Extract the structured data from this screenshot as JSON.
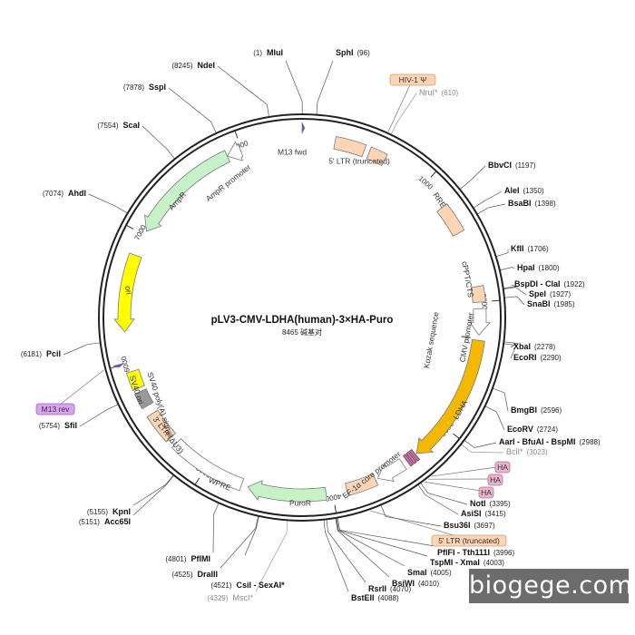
{
  "plasmid": {
    "name": "pLV3-CMV-LDHA(human)-3×HA-Puro",
    "size_text": "8465 碱基对",
    "total_bp": 8465
  },
  "watermark": "biogege.com",
  "ticks": [
    {
      "bp": 1000,
      "label": "1000"
    },
    {
      "bp": 2000,
      "label": "2000"
    },
    {
      "bp": 3000,
      "label": "3000"
    },
    {
      "bp": 4000,
      "label": "4000"
    },
    {
      "bp": 5000,
      "label": "5000"
    },
    {
      "bp": 6000,
      "label": "6000"
    },
    {
      "bp": 7000,
      "label": "7000"
    },
    {
      "bp": 8000,
      "label": "8000"
    }
  ],
  "features": [
    {
      "id": "m13fwd",
      "label": "M13 fwd",
      "start": 0,
      "end": 18,
      "kind": "arrow-small",
      "color": "#7b3fc4",
      "dir": 1
    },
    {
      "id": "ltr5",
      "label": "5' LTR (truncated)",
      "start": 250,
      "end": 480,
      "kind": "box",
      "color": "#fbd5b5"
    },
    {
      "id": "psi",
      "label": "HIV-1 Ψ",
      "start": 520,
      "end": 650,
      "kind": "box",
      "color": "#fbd5b5"
    },
    {
      "id": "rre",
      "label": "RRE",
      "start": 1220,
      "end": 1450,
      "kind": "box",
      "color": "#fbd5b5"
    },
    {
      "id": "cppt",
      "label": "cPPT/CTS",
      "start": 1880,
      "end": 2000,
      "kind": "box",
      "color": "#fbd5b5"
    },
    {
      "id": "cmv",
      "label": "CMV promoter",
      "start": 2050,
      "end": 2250,
      "kind": "arrow",
      "color": "#ffffff",
      "dir": 1
    },
    {
      "id": "kozak",
      "label": "Kozak sequence",
      "start": 2270,
      "end": 2283,
      "kind": "mark",
      "color": "#999999"
    },
    {
      "id": "ldha",
      "label": "LDHA",
      "start": 2290,
      "end": 3290,
      "kind": "arrow",
      "color": "#f5b800",
      "dir": 1
    },
    {
      "id": "ha",
      "label": "HA",
      "start": 3300,
      "end": 3390,
      "kind": "ha",
      "color": "#c0709e"
    },
    {
      "id": "ef1a",
      "label": "EF-1α core promoter",
      "start": 3420,
      "end": 3640,
      "kind": "arrow",
      "color": "#ffffff",
      "dir": 1
    },
    {
      "id": "ltr5b",
      "label": "5' LTR (truncated)",
      "start": 3660,
      "end": 3890,
      "kind": "box",
      "color": "#fbd5b5"
    },
    {
      "id": "puror",
      "label": "PuroR",
      "start": 4050,
      "end": 4650,
      "kind": "arrow",
      "color": "#c7f2c7",
      "dir": 1
    },
    {
      "id": "wpre",
      "label": "WPRE",
      "start": 4700,
      "end": 5290,
      "kind": "box",
      "color": "#ffffff"
    },
    {
      "id": "ltr3",
      "label": "3' LTR (ΔU3)",
      "start": 5350,
      "end": 5580,
      "kind": "box",
      "color": "#fbd5b5"
    },
    {
      "id": "sv40pa",
      "label": "SV40 poly(A) signal",
      "start": 5650,
      "end": 5770,
      "kind": "box",
      "color": "#999999"
    },
    {
      "id": "sv40ori",
      "label": "SV40 ori",
      "start": 5800,
      "end": 5935,
      "kind": "box",
      "color": "#ffff00"
    },
    {
      "id": "m13rev",
      "label": "M13 rev",
      "start": 5990,
      "end": 6010,
      "kind": "arrow-small",
      "color": "#7b3fc4",
      "dir": -1
    },
    {
      "id": "ori",
      "label": "ori",
      "start": 6240,
      "end": 6830,
      "kind": "arrow",
      "color": "#ffff00",
      "dir": -1
    },
    {
      "id": "ampr",
      "label": "AmpR",
      "start": 7030,
      "end": 7880,
      "kind": "arrow",
      "color": "#c7f2c7",
      "dir": -1
    },
    {
      "id": "amprp",
      "label": "AmpR promoter",
      "start": 7880,
      "end": 7990,
      "kind": "arrow",
      "color": "#ffffff",
      "dir": -1
    }
  ],
  "inner_labels": [
    {
      "for": "m13fwd",
      "text": "M13 fwd"
    },
    {
      "for": "ltr5",
      "text": "5' LTR (truncated)"
    },
    {
      "for": "cppt",
      "text": "cPPT/CTS"
    },
    {
      "for": "kozak",
      "text": "Kozak sequence"
    },
    {
      "for": "cmv",
      "text": "CMV promoter"
    },
    {
      "for": "ldha",
      "text": "LDHA"
    },
    {
      "for": "ef1a",
      "text": "EF-1α core promoter"
    },
    {
      "for": "puror",
      "text": "PuroR"
    },
    {
      "for": "wpre",
      "text": "WPRE"
    },
    {
      "for": "ltr3",
      "text": "3' LTR (ΔU3)"
    },
    {
      "for": "sv40pa",
      "text": "SV40 poly(A) signal"
    },
    {
      "for": "sv40ori",
      "text": "SV40 ori"
    },
    {
      "for": "ori",
      "text": "ori"
    },
    {
      "for": "ampr",
      "text": "AmpR"
    },
    {
      "for": "amprp",
      "text": "AmpR promoter"
    },
    {
      "for": "rre",
      "text": "RRE"
    }
  ],
  "callouts": [
    {
      "text": "HIV-1 Ψ",
      "color": "#fbd5b5",
      "border": "#d89a6a"
    },
    {
      "text": "HA",
      "color": "#e8b4cf",
      "border": "#b0708f"
    },
    {
      "text": "HA",
      "color": "#e8b4cf",
      "border": "#b0708f"
    },
    {
      "text": "HA",
      "color": "#e8b4cf",
      "border": "#b0708f"
    },
    {
      "text": "5' LTR (truncated)",
      "color": "#fbd5b5",
      "border": "#d89a6a"
    },
    {
      "text": "M13 rev",
      "color": "#d9a3f0",
      "border": "#9a5fc0"
    }
  ],
  "sites": [
    {
      "name": "MluI",
      "pos": "(1)",
      "bp": 1,
      "gray": false
    },
    {
      "name": "SphI",
      "pos": "(96)",
      "bp": 96,
      "gray": false
    },
    {
      "name": "NruI*",
      "pos": "(610)",
      "bp": 610,
      "gray": true
    },
    {
      "name": "BbvCI",
      "pos": "(1197)",
      "bp": 1197,
      "gray": false
    },
    {
      "name": "AleI",
      "pos": "(1350)",
      "bp": 1350,
      "gray": false
    },
    {
      "name": "BsaBI",
      "pos": "(1398)",
      "bp": 1398,
      "gray": false
    },
    {
      "name": "KflI",
      "pos": "(1706)",
      "bp": 1706,
      "gray": false
    },
    {
      "name": "HpaI",
      "pos": "(1800)",
      "bp": 1800,
      "gray": false
    },
    {
      "name": "BspDI - ClaI",
      "pos": "(1922)",
      "bp": 1922,
      "gray": false
    },
    {
      "name": "SpeI",
      "pos": "(1927)",
      "bp": 1927,
      "gray": false
    },
    {
      "name": "SnaBI",
      "pos": "(1985)",
      "bp": 1985,
      "gray": false
    },
    {
      "name": "XbaI",
      "pos": "(2278)",
      "bp": 2278,
      "gray": false
    },
    {
      "name": "EcoRI",
      "pos": "(2290)",
      "bp": 2290,
      "gray": false
    },
    {
      "name": "BmgBI",
      "pos": "(2596)",
      "bp": 2596,
      "gray": false
    },
    {
      "name": "EcoRV",
      "pos": "(2724)",
      "bp": 2724,
      "gray": false
    },
    {
      "name": "AarI - BfuAI - BspMI",
      "pos": "(2988)",
      "bp": 2988,
      "gray": false
    },
    {
      "name": "BclI*",
      "pos": "(3023)",
      "bp": 3023,
      "gray": true
    },
    {
      "name": "NotI",
      "pos": "(3395)",
      "bp": 3395,
      "gray": false
    },
    {
      "name": "AsiSI",
      "pos": "(3415)",
      "bp": 3415,
      "gray": false
    },
    {
      "name": "Bsu36I",
      "pos": "(3697)",
      "bp": 3697,
      "gray": false
    },
    {
      "name": "PflFI - Tth111I",
      "pos": "(3996)",
      "bp": 3996,
      "gray": false
    },
    {
      "name": "TspMI - XmaI",
      "pos": "(4003)",
      "bp": 4003,
      "gray": false
    },
    {
      "name": "SmaI",
      "pos": "(4005)",
      "bp": 4005,
      "gray": false
    },
    {
      "name": "BsiWI",
      "pos": "(4010)",
      "bp": 4010,
      "gray": false
    },
    {
      "name": "RsrII",
      "pos": "(4070)",
      "bp": 4070,
      "gray": false
    },
    {
      "name": "BstEII",
      "pos": "(4088)",
      "bp": 4088,
      "gray": false
    },
    {
      "name": "MscI*",
      "pos": "(4329)",
      "bp": 4329,
      "gray": true
    },
    {
      "name": "CsiI - SexAI*",
      "pos": "(4521)",
      "bp": 4521,
      "gray": false
    },
    {
      "name": "DraIII",
      "pos": "(4525)",
      "bp": 4525,
      "gray": false
    },
    {
      "name": "PflMI",
      "pos": "(4801)",
      "bp": 4801,
      "gray": false
    },
    {
      "name": "Acc65I",
      "pos": "(5151)",
      "bp": 5151,
      "gray": false
    },
    {
      "name": "KpnI",
      "pos": "(5155)",
      "bp": 5155,
      "gray": false
    },
    {
      "name": "SfiI",
      "pos": "(5754)",
      "bp": 5754,
      "gray": false
    },
    {
      "name": "PciI",
      "pos": "(6181)",
      "bp": 6181,
      "gray": false
    },
    {
      "name": "AhdI",
      "pos": "(7074)",
      "bp": 7074,
      "gray": false
    },
    {
      "name": "ScaI",
      "pos": "(7554)",
      "bp": 7554,
      "gray": false
    },
    {
      "name": "SspI",
      "pos": "(7878)",
      "bp": 7878,
      "gray": false
    },
    {
      "name": "NdeI",
      "pos": "(8245)",
      "bp": 8245,
      "gray": false
    }
  ]
}
